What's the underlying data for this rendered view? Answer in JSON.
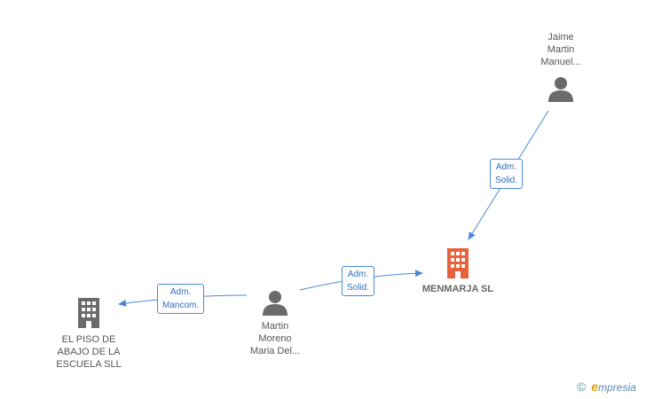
{
  "colors": {
    "person": "#6b6b6b",
    "company": "#6b6b6b",
    "main_company": "#e8613a",
    "link": "#4a8ad8"
  },
  "nodes": {
    "jaime": {
      "lines": [
        "Jaime",
        "Martin",
        "Manuel..."
      ]
    },
    "martin": {
      "lines": [
        "Martin",
        "Moreno",
        "Maria Del..."
      ]
    },
    "menmarja": {
      "name": "MENMARJA SL"
    },
    "piso": {
      "lines": [
        "EL PISO DE",
        "ABAJO DE LA",
        "ESCUELA SLL"
      ]
    }
  },
  "edges": {
    "jaime_menmarja": {
      "line1": "Adm.",
      "line2": "Solid."
    },
    "martin_menmarja": {
      "line1": "Adm.",
      "line2": "Solid."
    },
    "martin_piso": {
      "line1": "Adm.",
      "line2": "Mancom."
    }
  },
  "brand": {
    "copyright": "©",
    "e": "e",
    "rest": "mpresia"
  }
}
